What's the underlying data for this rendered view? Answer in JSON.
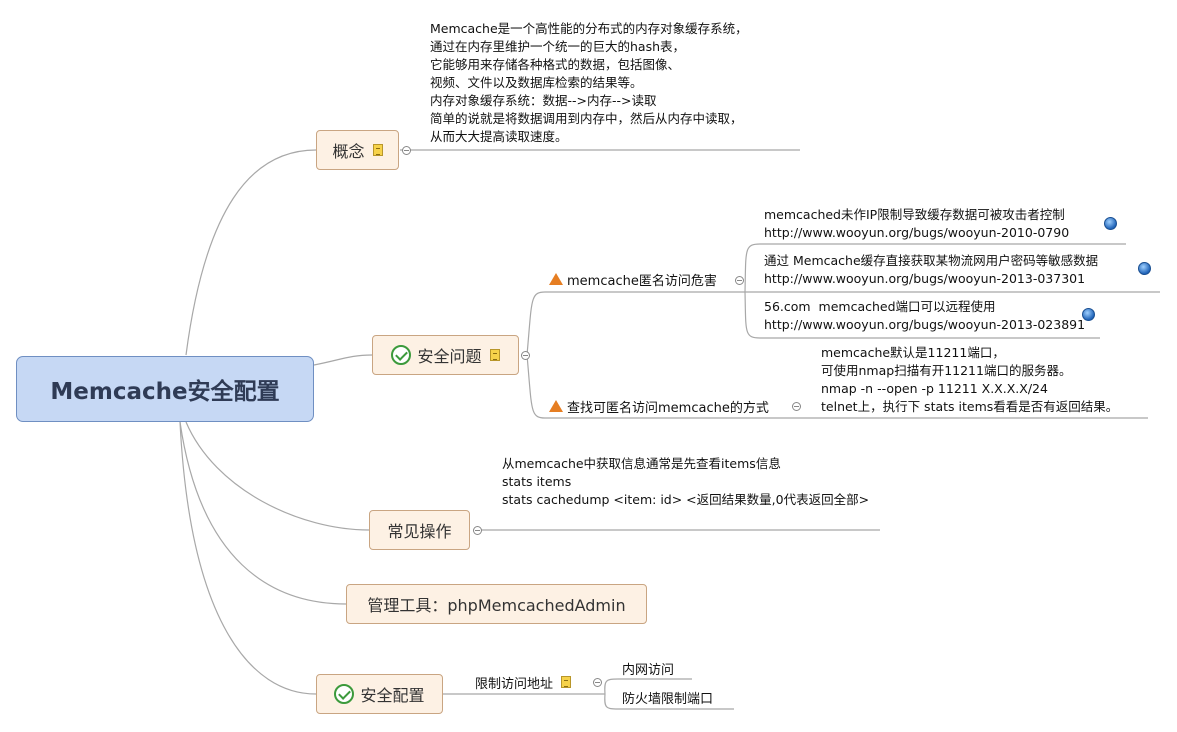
{
  "root": {
    "label": "Memcache安全配置"
  },
  "concept": {
    "label": "概念",
    "text": "Memcache是一个高性能的分布式的内存对象缓存系统，\n通过在内存里维护一个统一的巨大的hash表，\n它能够用来存储各种格式的数据，包括图像、\n视频、文件以及数据库检索的结果等。\n内存对象缓存系统：数据-->内存-->读取\n简单的说就是将数据调用到内存中，然后从内存中读取，\n从而大大提高读取速度。"
  },
  "security": {
    "label": "安全问题",
    "anon": {
      "label": "memcache匿名访问危害",
      "items": [
        {
          "text": "memcached未作IP限制导致缓存数据可被攻击者控制\nhttp://www.wooyun.org/bugs/wooyun-2010-0790"
        },
        {
          "text": "通过 Memcache缓存直接获取某物流网用户密码等敏感数据\nhttp://www.wooyun.org/bugs/wooyun-2013-037301"
        },
        {
          "text": "56.com  memcached端口可以远程使用\nhttp://www.wooyun.org/bugs/wooyun-2013-023891"
        }
      ]
    },
    "find": {
      "label": "查找可匿名访问memcache的方式",
      "text": "memcache默认是11211端口，\n可使用nmap扫描有开11211端口的服务器。\nnmap -n --open -p 11211 X.X.X.X/24\ntelnet上，执行下 stats items看看是否有返回结果。"
    }
  },
  "ops": {
    "label": "常见操作",
    "text": "从memcache中获取信息通常是先查看items信息\nstats items\nstats cachedump <item: id> <返回结果数量,0代表返回全部>"
  },
  "tools": {
    "label": "管理工具：phpMemcachedAdmin"
  },
  "config": {
    "label": "安全配置",
    "restrict": {
      "label": "限制访问地址",
      "items": [
        "内网访问",
        "防火墙限制端口"
      ]
    }
  },
  "colors": {
    "root_fill": "#c6d8f4",
    "node_fill": "#fdf1e4",
    "check": "#3c9a3c",
    "warning": "#e67e22"
  }
}
